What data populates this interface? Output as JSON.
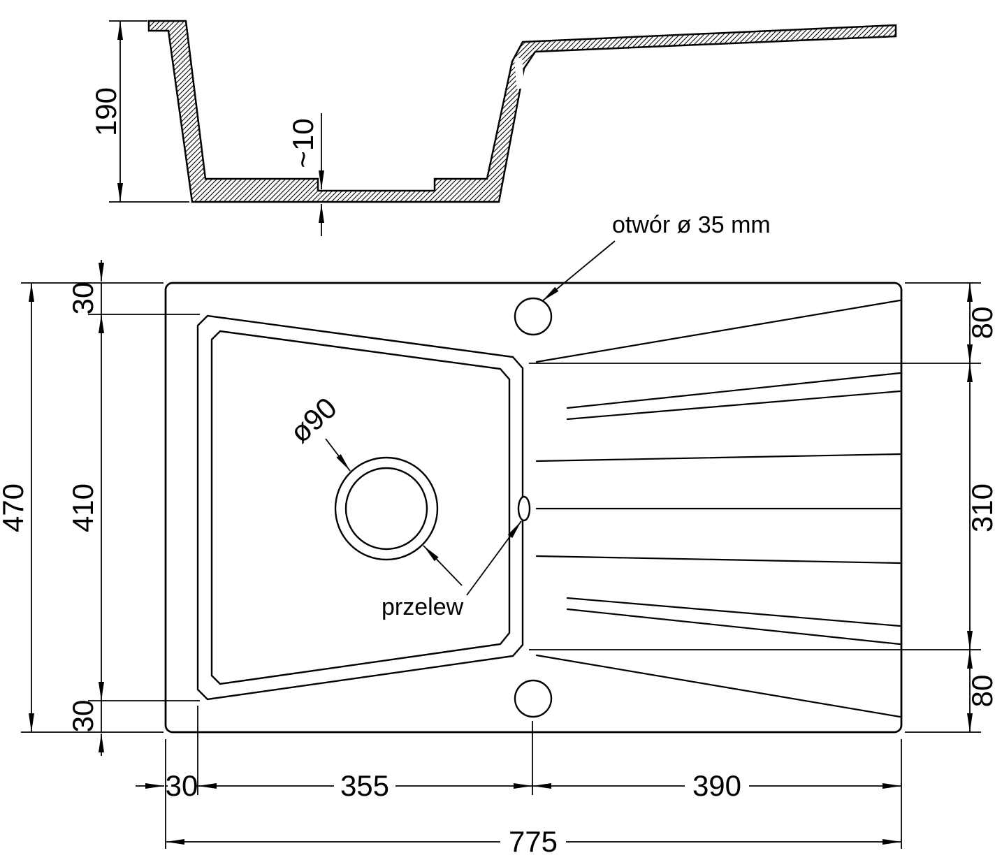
{
  "page": {
    "background_color": "#ffffff",
    "line_color": "#000000"
  },
  "section_view": {
    "dims": {
      "height": "190",
      "bottom_thickness": "~10"
    }
  },
  "plan_view": {
    "labels": {
      "tap_hole": "otwór ø 35 mm",
      "drain_diameter": "ø90",
      "overflow": "przelew"
    },
    "dims": {
      "overall_width": "775",
      "overall_depth": "470",
      "left_top_margin": "30",
      "basin_inner_depth": "410",
      "left_bottom_margin": "30",
      "right_top_margin": "80",
      "drainer_depth": "310",
      "right_bottom_margin": "80",
      "bottom_left_margin": "30",
      "basin_width": "355",
      "drainer_width": "390"
    }
  }
}
